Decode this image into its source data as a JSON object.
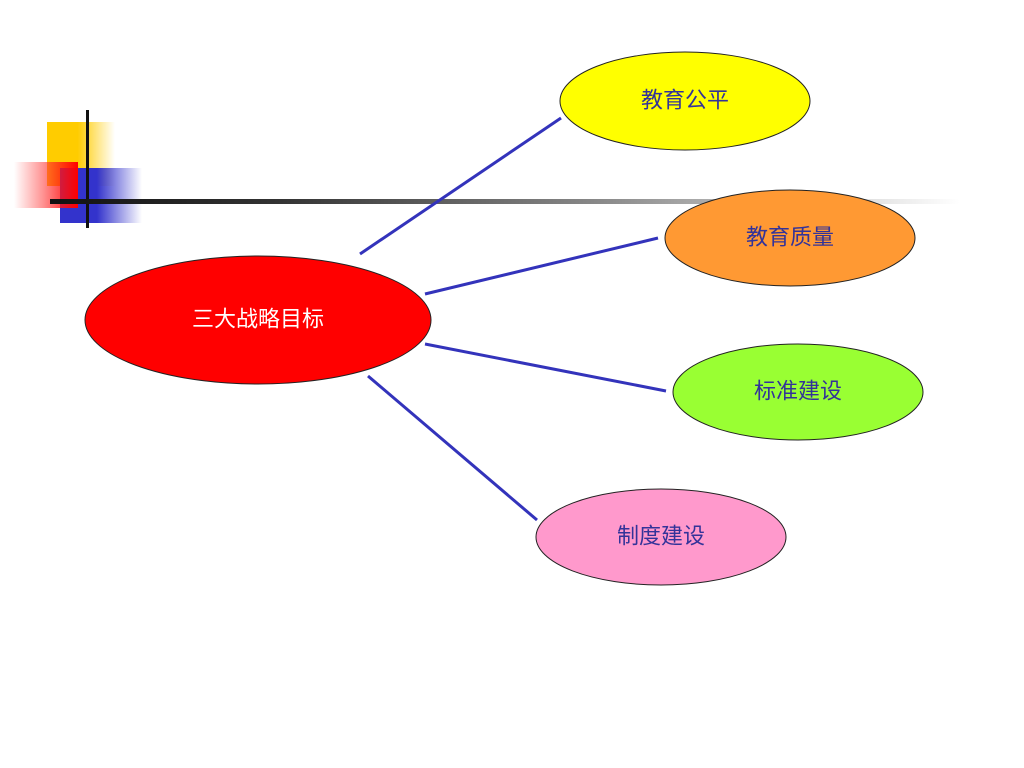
{
  "center": {
    "label": "三大战略目标",
    "fill": "#ff0000",
    "text_color": "#ffffff"
  },
  "branches": [
    {
      "label": "教育公平",
      "fill": "#ffff00",
      "text_color": "#333399"
    },
    {
      "label": "教育质量",
      "fill": "#ff9933",
      "text_color": "#333399"
    },
    {
      "label": "标准建设",
      "fill": "#99ff33",
      "text_color": "#333399"
    },
    {
      "label": "制度建设",
      "fill": "#ff99cc",
      "text_color": "#333399"
    }
  ],
  "connector_color": "#3333bb",
  "decor_colors": {
    "yellow": "#ffcc00",
    "blue": "#3333cc",
    "red": "#ff0000",
    "line": "#111111"
  }
}
